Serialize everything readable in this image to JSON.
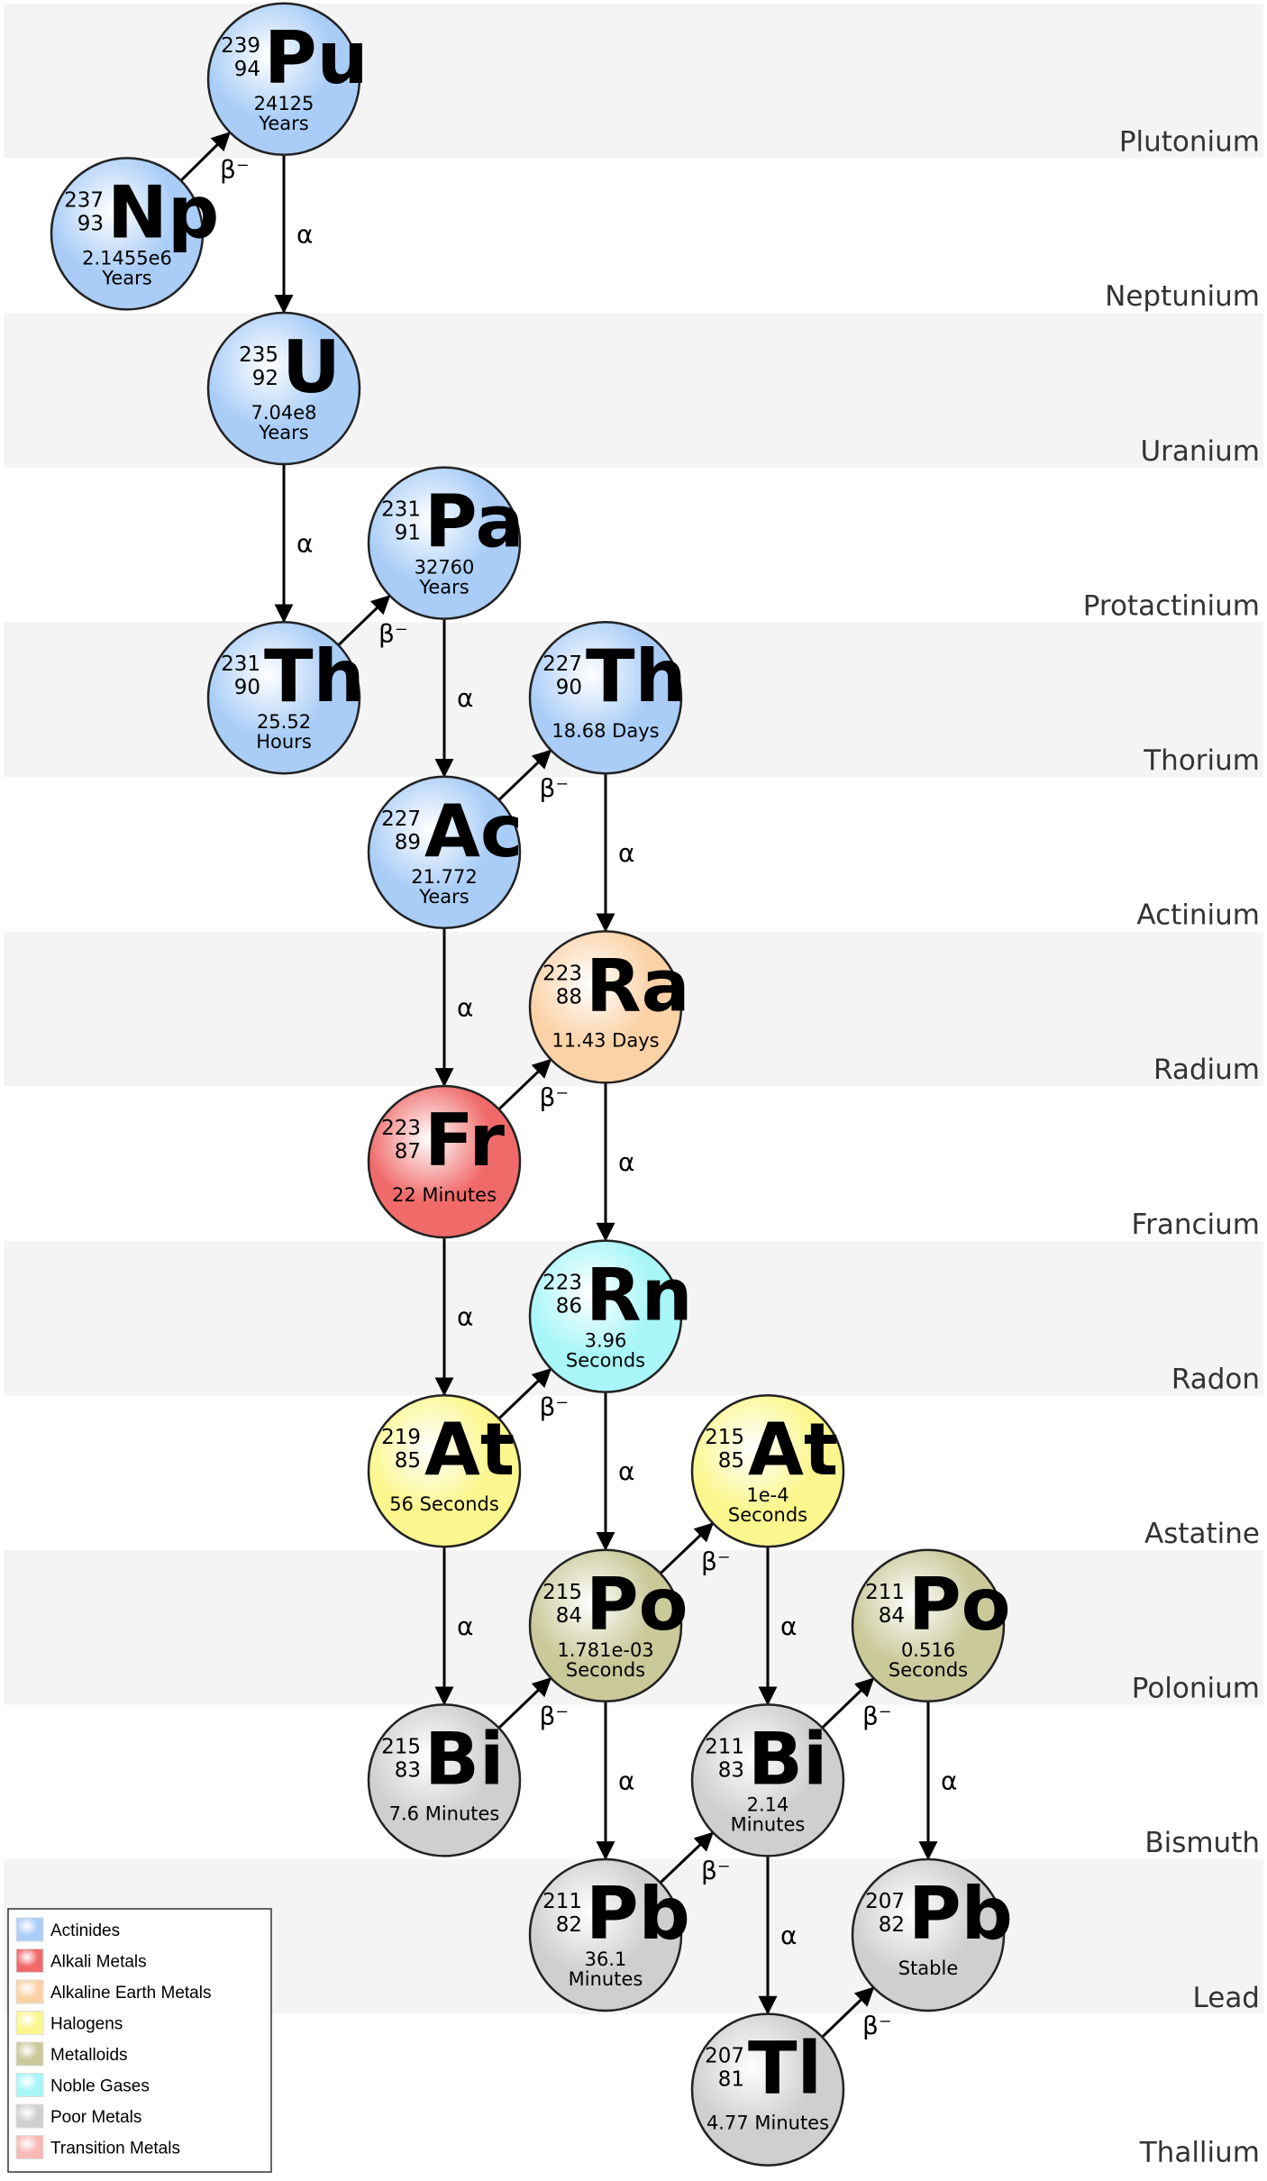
{
  "bands": [
    {
      "label": "Plutonium",
      "shaded": true
    },
    {
      "label": "Neptunium",
      "shaded": false
    },
    {
      "label": "Uranium",
      "shaded": true
    },
    {
      "label": "Protactinium",
      "shaded": false
    },
    {
      "label": "Thorium",
      "shaded": true
    },
    {
      "label": "Actinium",
      "shaded": false
    },
    {
      "label": "Radium",
      "shaded": true
    },
    {
      "label": "Francium",
      "shaded": false
    },
    {
      "label": "Radon",
      "shaded": true
    },
    {
      "label": "Astatine",
      "shaded": false
    },
    {
      "label": "Polonium",
      "shaded": true
    },
    {
      "label": "Bismuth",
      "shaded": false
    },
    {
      "label": "Lead",
      "shaded": true
    },
    {
      "label": "Thallium",
      "shaded": false
    }
  ],
  "categories": [
    {
      "key": "actinide",
      "label": "Actinides",
      "color": "#a9cdf7"
    },
    {
      "key": "alkali",
      "label": "Alkali Metals",
      "color": "#f06a6a"
    },
    {
      "key": "alkearth",
      "label": "Alkaline Earth Metals",
      "color": "#fbd2a6"
    },
    {
      "key": "halogen",
      "label": "Halogens",
      "color": "#fbf78e"
    },
    {
      "key": "metalloid",
      "label": "Metalloids",
      "color": "#c9c99a"
    },
    {
      "key": "noble",
      "label": "Noble Gases",
      "color": "#a8f6f8"
    },
    {
      "key": "poor",
      "label": "Poor Metals",
      "color": "#cfcfcf"
    },
    {
      "key": "transition",
      "label": "Transition Metals",
      "color": "#f8b8b8"
    }
  ],
  "nuclides": [
    {
      "id": "pu239",
      "symbol": "Pu",
      "mass": "239",
      "atomic": "94",
      "halflife": [
        "24125",
        "Years"
      ],
      "category": "actinide",
      "band": 0,
      "col": 1
    },
    {
      "id": "np237",
      "symbol": "Np",
      "mass": "237",
      "atomic": "93",
      "halflife": [
        "2.1455e6",
        "Years"
      ],
      "category": "actinide",
      "band": 1,
      "col": 0
    },
    {
      "id": "u235",
      "symbol": "U",
      "mass": "235",
      "atomic": "92",
      "halflife": [
        "7.04e8",
        "Years"
      ],
      "category": "actinide",
      "band": 2,
      "col": 1
    },
    {
      "id": "pa231",
      "symbol": "Pa",
      "mass": "231",
      "atomic": "91",
      "halflife": [
        "32760",
        "Years"
      ],
      "category": "actinide",
      "band": 3,
      "col": 2
    },
    {
      "id": "th231",
      "symbol": "Th",
      "mass": "231",
      "atomic": "90",
      "halflife": [
        "25.52",
        "Hours"
      ],
      "category": "actinide",
      "band": 4,
      "col": 1
    },
    {
      "id": "th227",
      "symbol": "Th",
      "mass": "227",
      "atomic": "90",
      "halflife": [
        "18.68 Days"
      ],
      "category": "actinide",
      "band": 4,
      "col": 3
    },
    {
      "id": "ac227",
      "symbol": "Ac",
      "mass": "227",
      "atomic": "89",
      "halflife": [
        "21.772",
        "Years"
      ],
      "category": "actinide",
      "band": 5,
      "col": 2
    },
    {
      "id": "ra223",
      "symbol": "Ra",
      "mass": "223",
      "atomic": "88",
      "halflife": [
        "11.43 Days"
      ],
      "category": "alkearth",
      "band": 6,
      "col": 3
    },
    {
      "id": "fr223",
      "symbol": "Fr",
      "mass": "223",
      "atomic": "87",
      "halflife": [
        "22 Minutes"
      ],
      "category": "alkali",
      "band": 7,
      "col": 2
    },
    {
      "id": "rn219",
      "symbol": "Rn",
      "mass": "223",
      "atomic": "86",
      "halflife": [
        "3.96",
        "Seconds"
      ],
      "category": "noble",
      "band": 8,
      "col": 3
    },
    {
      "id": "at219",
      "symbol": "At",
      "mass": "219",
      "atomic": "85",
      "halflife": [
        "56 Seconds"
      ],
      "category": "halogen",
      "band": 9,
      "col": 2
    },
    {
      "id": "at215",
      "symbol": "At",
      "mass": "215",
      "atomic": "85",
      "halflife": [
        "1e-4",
        "Seconds"
      ],
      "category": "halogen",
      "band": 9,
      "col": 4
    },
    {
      "id": "po215",
      "symbol": "Po",
      "mass": "215",
      "atomic": "84",
      "halflife": [
        "1.781e-03",
        "Seconds"
      ],
      "category": "metalloid",
      "band": 10,
      "col": 3
    },
    {
      "id": "po211",
      "symbol": "Po",
      "mass": "211",
      "atomic": "84",
      "halflife": [
        "0.516",
        "Seconds"
      ],
      "category": "metalloid",
      "band": 10,
      "col": 5
    },
    {
      "id": "bi215",
      "symbol": "Bi",
      "mass": "215",
      "atomic": "83",
      "halflife": [
        "7.6 Minutes"
      ],
      "category": "poor",
      "band": 11,
      "col": 2
    },
    {
      "id": "bi211",
      "symbol": "Bi",
      "mass": "211",
      "atomic": "83",
      "halflife": [
        "2.14",
        "Minutes"
      ],
      "category": "poor",
      "band": 11,
      "col": 4
    },
    {
      "id": "pb211",
      "symbol": "Pb",
      "mass": "211",
      "atomic": "82",
      "halflife": [
        "36.1",
        "Minutes"
      ],
      "category": "poor",
      "band": 12,
      "col": 3
    },
    {
      "id": "pb207",
      "symbol": "Pb",
      "mass": "207",
      "atomic": "82",
      "halflife": [
        "Stable"
      ],
      "category": "poor",
      "band": 12,
      "col": 5
    },
    {
      "id": "tl207",
      "symbol": "Tl",
      "mass": "207",
      "atomic": "81",
      "halflife": [
        "4.77 Minutes"
      ],
      "category": "poor",
      "band": 13,
      "col": 4
    }
  ],
  "decays": [
    {
      "from": "np237",
      "to": "pu239",
      "label": "β⁻"
    },
    {
      "from": "pu239",
      "to": "u235",
      "label": "α"
    },
    {
      "from": "u235",
      "to": "th231",
      "label": "α"
    },
    {
      "from": "th231",
      "to": "pa231",
      "label": "β⁻"
    },
    {
      "from": "pa231",
      "to": "ac227",
      "label": "α"
    },
    {
      "from": "ac227",
      "to": "th227",
      "label": "β⁻"
    },
    {
      "from": "th227",
      "to": "ra223",
      "label": "α"
    },
    {
      "from": "ac227",
      "to": "fr223",
      "label": "α"
    },
    {
      "from": "fr223",
      "to": "ra223",
      "label": "β⁻"
    },
    {
      "from": "ra223",
      "to": "rn219",
      "label": "α"
    },
    {
      "from": "fr223",
      "to": "at219",
      "label": "α"
    },
    {
      "from": "at219",
      "to": "rn219",
      "label": "β⁻"
    },
    {
      "from": "rn219",
      "to": "po215",
      "label": "α"
    },
    {
      "from": "at219",
      "to": "bi215",
      "label": "α"
    },
    {
      "from": "bi215",
      "to": "po215",
      "label": "β⁻"
    },
    {
      "from": "po215",
      "to": "at215",
      "label": "β⁻"
    },
    {
      "from": "at215",
      "to": "bi211",
      "label": "α"
    },
    {
      "from": "po215",
      "to": "pb211",
      "label": "α"
    },
    {
      "from": "pb211",
      "to": "bi211",
      "label": "β⁻"
    },
    {
      "from": "bi211",
      "to": "po211",
      "label": "β⁻"
    },
    {
      "from": "po211",
      "to": "pb207",
      "label": "α"
    },
    {
      "from": "bi211",
      "to": "tl207",
      "label": "α"
    },
    {
      "from": "tl207",
      "to": "pb207",
      "label": "β⁻"
    }
  ]
}
